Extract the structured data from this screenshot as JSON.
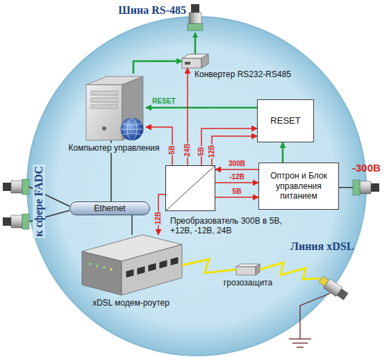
{
  "diagram": {
    "nodes": [
      {
        "text": [
          "Конвертер RS232-RS485"
        ]
      },
      {
        "text": [
          "Компьютер управления"
        ]
      },
      {
        "text": [
          "RESET"
        ]
      },
      {
        "text": [
          "Преобразователь 300В в 5В, +12В, -12В, 24В"
        ]
      },
      {
        "text": [
          "Оптрон и Блок управления питанием"
        ]
      },
      {
        "text": [
          "Ethernet"
        ]
      },
      {
        "text": [
          "xDSL модем-роутер"
        ]
      },
      {
        "text": [
          "грозозащита"
        ]
      }
    ],
    "edges": [
      {
        "from": 1,
        "to": 0,
        "arrow": "to"
      },
      {
        "from": 2,
        "to": 1,
        "label": "RESET",
        "arrow": "to"
      },
      {
        "from": 4,
        "to": 2,
        "arrow": "to"
      },
      {
        "from": 3,
        "to": 1,
        "label": "5В",
        "arrow": "to"
      },
      {
        "from": 3,
        "to": 0,
        "label": "24В",
        "arrow": "to"
      },
      {
        "from": 3,
        "to": 2,
        "label": "5В",
        "arrow": "to"
      },
      {
        "from": 3,
        "to": 2,
        "label": "12В",
        "arrow": "to"
      },
      {
        "from": 4,
        "to": 3,
        "label": "300В",
        "arrow": "to"
      },
      {
        "from": 3,
        "to": 4,
        "label": "-12В",
        "arrow": "to"
      },
      {
        "from": 3,
        "to": 4,
        "label": "5В",
        "arrow": "to"
      },
      {
        "from": 3,
        "to": 6,
        "label": "12В",
        "arrow": "to"
      },
      {
        "from": 1,
        "to": 5,
        "arrow": "none"
      },
      {
        "from": 5,
        "to": 6,
        "arrow": "none"
      },
      {
        "from": 6,
        "to": 7,
        "arrow": "none"
      }
    ],
    "labels": [
      "Шина RS-485",
      "к сфере FADC",
      "-300В",
      "Линия xDSL"
    ]
  }
}
